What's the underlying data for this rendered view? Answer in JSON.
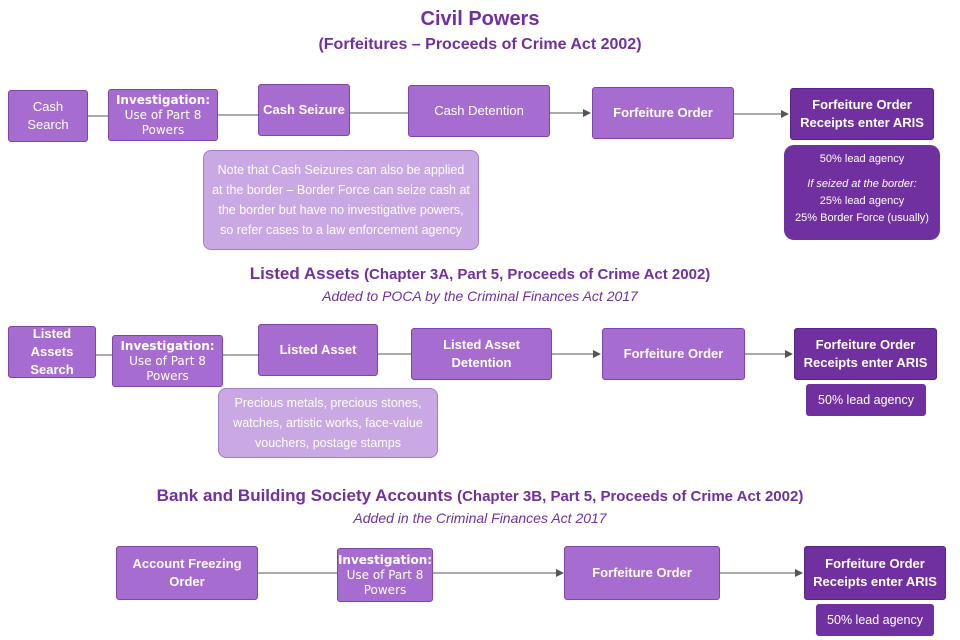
{
  "title": "Civil Powers",
  "subtitle": "(Forfeitures – Proceeds of Crime Act 2002)",
  "section1": {
    "cash_search": "Cash Search",
    "investigation_title": "Investigation:",
    "investigation_sub": "Use of Part 8 Powers",
    "cash_seizure": "Cash Seizure",
    "cash_detention": "Cash Detention",
    "forfeiture_order": "Forfeiture Order",
    "receipts": "Forfeiture Order Receipts enter ARIS",
    "note": "Note that Cash Seizures can also be applied at the border – Border Force can seize cash at the border but have no investigative powers, so refer cases to a law enforcement agency",
    "agency_line1": "50% lead agency",
    "agency_border_label": "If seized at the border:",
    "agency_line2": "25% lead agency",
    "agency_line3": "25% Border Force (usually)"
  },
  "section2": {
    "heading_main": "Listed Assets",
    "heading_paren": "(Chapter 3A, Part 5, Proceeds of Crime Act 2002)",
    "heading_italic": "Added to POCA by the Criminal Finances Act 2017",
    "search": "Listed Assets Search",
    "investigation_title": "Investigation:",
    "investigation_sub": "Use of Part 8 Powers",
    "listed_asset": "Listed Asset",
    "detention": "Listed Asset Detention",
    "forfeiture_order": "Forfeiture Order",
    "receipts": "Forfeiture Order Receipts enter ARIS",
    "note": "Precious metals, precious stones, watches, artistic works, face-value vouchers, postage stamps",
    "agency": "50% lead agency"
  },
  "section3": {
    "heading_main": "Bank and Building Society Accounts",
    "heading_paren": "(Chapter 3B, Part 5, Proceeds of Crime Act 2002)",
    "heading_italic": "Added in the Criminal Finances Act 2017",
    "freezing": "Account Freezing Order",
    "investigation_title": "Investigation:",
    "investigation_sub": "Use of Part 8 Powers",
    "forfeiture_order": "Forfeiture Order",
    "receipts": "Forfeiture Order Receipts enter ARIS",
    "agency": "50% lead agency"
  },
  "colors": {
    "accent": "#7030a0",
    "box": "#a66ccf",
    "note": "#c9a8e4"
  }
}
